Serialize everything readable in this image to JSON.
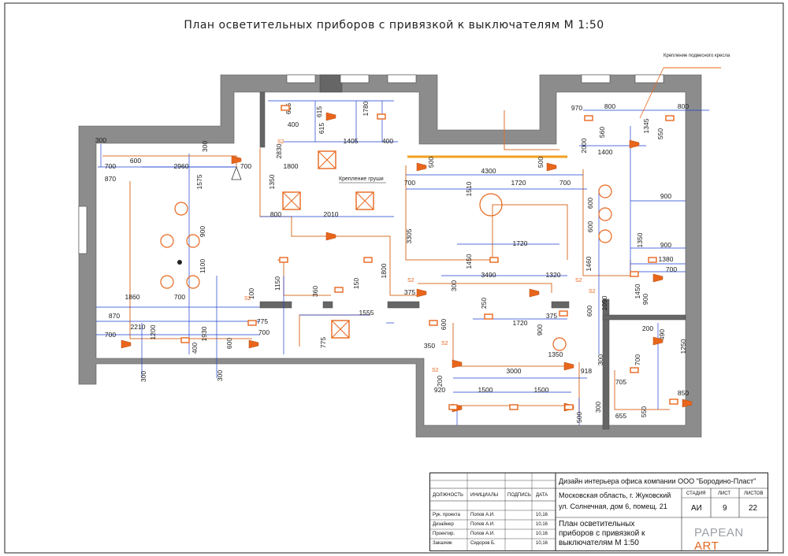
{
  "title": "План осветительных приборов с привязкой к выключателям  М 1:50",
  "colors": {
    "wall": "#8c8c8c",
    "dimension": "#1d3fd0",
    "fixture": "#e8661c",
    "wiring": "#d9732c",
    "strip": "#f0a020"
  },
  "annotations": {
    "hanging_chair_mount": "Крепление подвесного кресла",
    "punching_bag_mount": "Крепление груши"
  },
  "switch_label": "S2",
  "dimensions": [
    "300",
    "600",
    "700",
    "870",
    "2960",
    "1575",
    "300",
    "700",
    "1800",
    "1350",
    "2830",
    "400",
    "615",
    "615",
    "1780",
    "615",
    "1405",
    "400",
    "500",
    "500",
    "4300",
    "1510",
    "1720",
    "700",
    "700",
    "970",
    "800",
    "560",
    "1345",
    "550",
    "800",
    "1400",
    "2000",
    "900",
    "800",
    "2010",
    "3305",
    "1450",
    "1720",
    "600",
    "600",
    "1350",
    "900",
    "1380",
    "700",
    "900",
    "1100",
    "1860",
    "700",
    "1150",
    "100",
    "360",
    "150",
    "1800",
    "3490",
    "1320",
    "1460",
    "1050",
    "1450",
    "900",
    "870",
    "2210",
    "700",
    "775",
    "700",
    "1930",
    "1200",
    "400",
    "600",
    "300",
    "1555",
    "775",
    "375",
    "375",
    "300",
    "250",
    "600",
    "1720",
    "600",
    "200",
    "490",
    "1250",
    "350",
    "900",
    "1350",
    "3000",
    "918",
    "700",
    "705",
    "850",
    "200",
    "920",
    "1500",
    "1500",
    "500",
    "300",
    "655",
    "550",
    "300",
    "300"
  ],
  "title_block": {
    "project": "Дизайн интерьера офиса компании ООО \"Бородино-Пласт\"",
    "address_line1": "Московская область, г. Жуковский",
    "address_line2": "ул. Солнечная, дом 6, помещ. 21",
    "headers": {
      "position": "ДОЛЖНОСТЬ",
      "initials": "ИНИЦИАЛЫ",
      "signature": "ПОДПИСЬ",
      "date": "ДАТА"
    },
    "rows": [
      {
        "role": "Рук. проекта",
        "name": "Попов А.И.",
        "date": "10,16"
      },
      {
        "role": "Дизайнер",
        "name": "Попов А.И.",
        "date": "10,16"
      },
      {
        "role": "Проектир.",
        "name": "Попов А.И.",
        "date": "10,16"
      },
      {
        "role": "Заказчик",
        "name": "Сидоров Б.",
        "date": "10,16"
      }
    ],
    "stage_label": "СТАДИЯ",
    "sheet_label": "ЛИСТ",
    "sheets_label": "ЛИСТОВ",
    "stage": "АИ",
    "sheet": "9",
    "sheets": "22",
    "drawing_title_l1": "План осветительных",
    "drawing_title_l2": "приборов с привязкой к",
    "drawing_title_l3": "выключателям  М 1:50",
    "logo_main": "PAPEAN",
    "logo_accent": "ART"
  }
}
